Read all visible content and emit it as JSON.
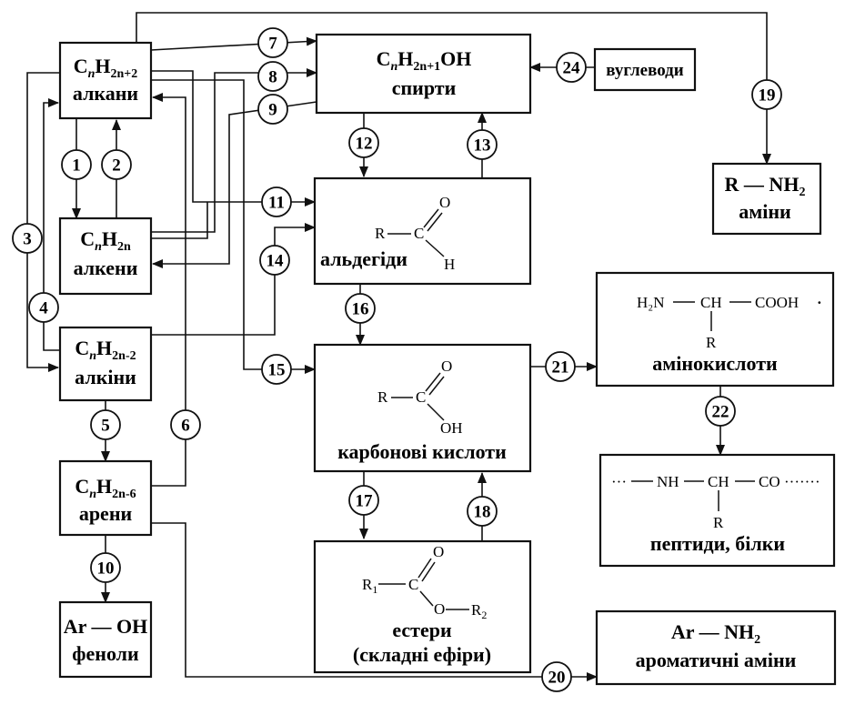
{
  "boxes": {
    "alkanes": {
      "formula_main": "C",
      "formula_sub1": "n",
      "formula_h": "H",
      "formula_sub2": "2n+2",
      "label": "алкани"
    },
    "alkenes": {
      "formula_main": "C",
      "formula_sub1": "n",
      "formula_h": "H",
      "formula_sub2": "2n",
      "label": "алкени"
    },
    "alkynes": {
      "formula_main": "C",
      "formula_sub1": "n",
      "formula_h": "H",
      "formula_sub2": "2n-2",
      "label": "алкіни"
    },
    "arenes": {
      "formula_main": "C",
      "formula_sub1": "n",
      "formula_h": "H",
      "formula_sub2": "2n-6",
      "label": "арени"
    },
    "phenols": {
      "formula": "Ar — OH",
      "label": "феноли"
    },
    "alcohols": {
      "formula_main": "C",
      "formula_sub1": "n",
      "formula_h": "H",
      "formula_sub2": "2n+1",
      "formula_tail": "OH",
      "label": "спирти"
    },
    "carbohydrates": {
      "label": "вуглеводи"
    },
    "amines": {
      "formula_main": "R — NH",
      "formula_sub": "2",
      "label": "аміни"
    },
    "aldehydes": {
      "r": "R",
      "c": "C",
      "o": "O",
      "h": "H",
      "label": "альдегіди"
    },
    "carboxylic_acids": {
      "r": "R",
      "c": "C",
      "o": "O",
      "oh": "OH",
      "label": "карбонові кислоти"
    },
    "esters": {
      "r1_main": "R",
      "r1_sub": "1",
      "c": "C",
      "o_top": "O",
      "o_side": "O",
      "r2_main": "R",
      "r2_sub": "2",
      "label": "естери",
      "label2": "(складні ефіри)"
    },
    "amino_acids": {
      "h2n": "H₂N",
      "ch": "CH",
      "cooh": "COOH",
      "dot": "·",
      "r": "R",
      "label": "амінокислоти"
    },
    "peptides": {
      "left_dots": "···",
      "nh": "NH",
      "ch": "CH",
      "co": "CO",
      "right_dots": "·······",
      "r": "R",
      "label": "пептиди, білки"
    },
    "aromatic_amines": {
      "formula_main": "Ar — NH",
      "formula_sub": "2",
      "label": "ароматичні аміни"
    }
  },
  "reactions": [
    "1",
    "2",
    "3",
    "4",
    "5",
    "6",
    "7",
    "8",
    "9",
    "10",
    "11",
    "12",
    "13",
    "14",
    "15",
    "16",
    "17",
    "18",
    "19",
    "20",
    "21",
    "22",
    "24"
  ]
}
